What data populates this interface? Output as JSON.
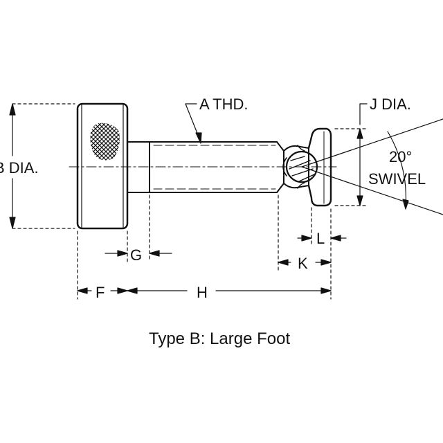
{
  "labels": {
    "a_thread": "A THD.",
    "b_dia": "B DIA.",
    "j_dia": "J DIA.",
    "swivel_angle": "20°",
    "swivel_word": "SWIVEL",
    "f": "F",
    "g": "G",
    "h": "H",
    "k": "K",
    "l": "L"
  },
  "caption": "Type B: Large Foot",
  "colors": {
    "line": "#111111",
    "background": "#ffffff"
  }
}
